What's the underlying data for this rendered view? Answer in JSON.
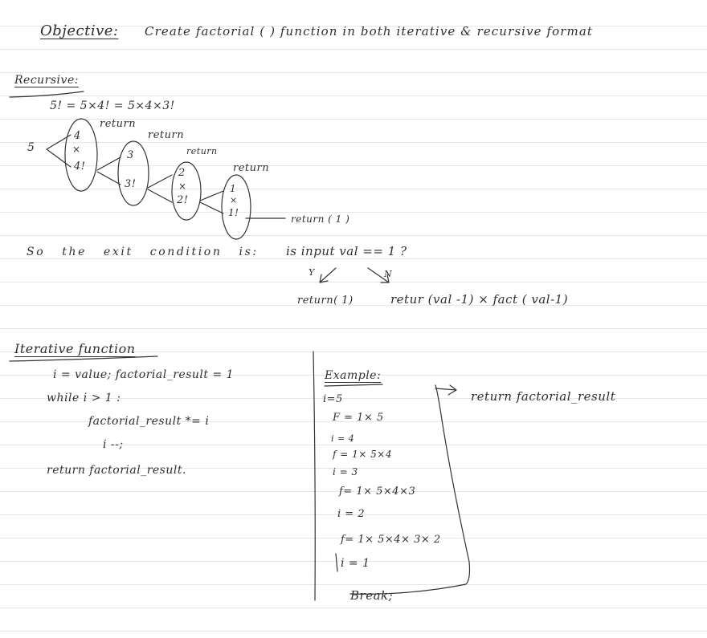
{
  "objective": {
    "label": "Objective:",
    "text": "Create factorial ( ) function in both iterative & recursive format"
  },
  "recursive": {
    "heading": "Recursive:",
    "expansion": "5! = 5×4! = 5×4×3!",
    "root": "5",
    "nodes": [
      {
        "top": "4",
        "op": "×",
        "bottom": "4!"
      },
      {
        "top": "3",
        "op": "",
        "bottom": "3!"
      },
      {
        "top": "2",
        "op": "×",
        "bottom": "2!"
      },
      {
        "top": "1",
        "op": "×",
        "bottom": "1!"
      }
    ],
    "return_labels": [
      "return",
      "return",
      "return",
      "return"
    ],
    "return_one": "return ( 1 )",
    "exit_prefix": "So the exit condition is:",
    "exit_question": "is input val == 1 ?",
    "yes_mark": "Y",
    "no_mark": "N",
    "yes_result": "return( 1)",
    "no_result": "retur (val -1) × fact ( val-1)"
  },
  "iterative": {
    "heading": "Iterative function",
    "code": [
      "i = value;   factorial_result = 1",
      "while      i > 1 :",
      "factorial_result  *=   i",
      "i --;",
      "return  factorial_result."
    ],
    "example": {
      "heading": "Example:",
      "lines": [
        "i=5",
        "F = 1× 5",
        "i = 4",
        "f = 1× 5×4",
        "i = 3",
        "f= 1× 5×4×3",
        "i = 2",
        "f= 1× 5×4× 3× 2",
        "i = 1",
        "Break;"
      ],
      "return_text": "return    factorial_result"
    }
  }
}
